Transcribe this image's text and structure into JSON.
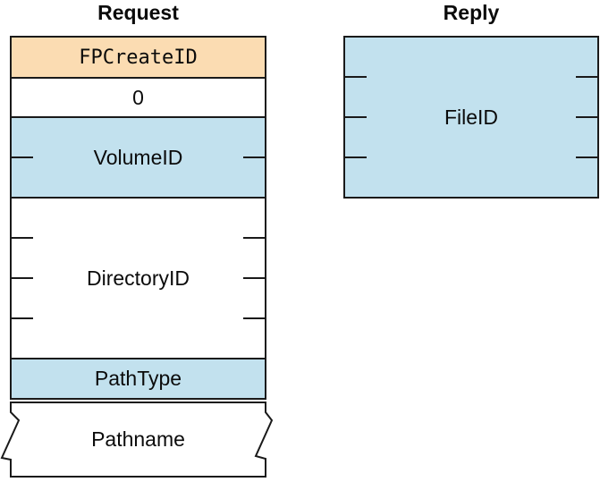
{
  "request": {
    "title": "Request",
    "fields": [
      {
        "label": "FPCreateID"
      },
      {
        "label": "0"
      },
      {
        "label": "VolumeID"
      },
      {
        "label": "DirectoryID"
      },
      {
        "label": "PathType"
      },
      {
        "label": "Pathname"
      }
    ]
  },
  "reply": {
    "title": "Reply",
    "fields": [
      {
        "label": "FileID"
      }
    ]
  },
  "colors": {
    "command_fill": "#FBDCB2",
    "field_fill": "#C2E1EE",
    "border": "#1A1A1A",
    "background": "#FFFFFF"
  }
}
